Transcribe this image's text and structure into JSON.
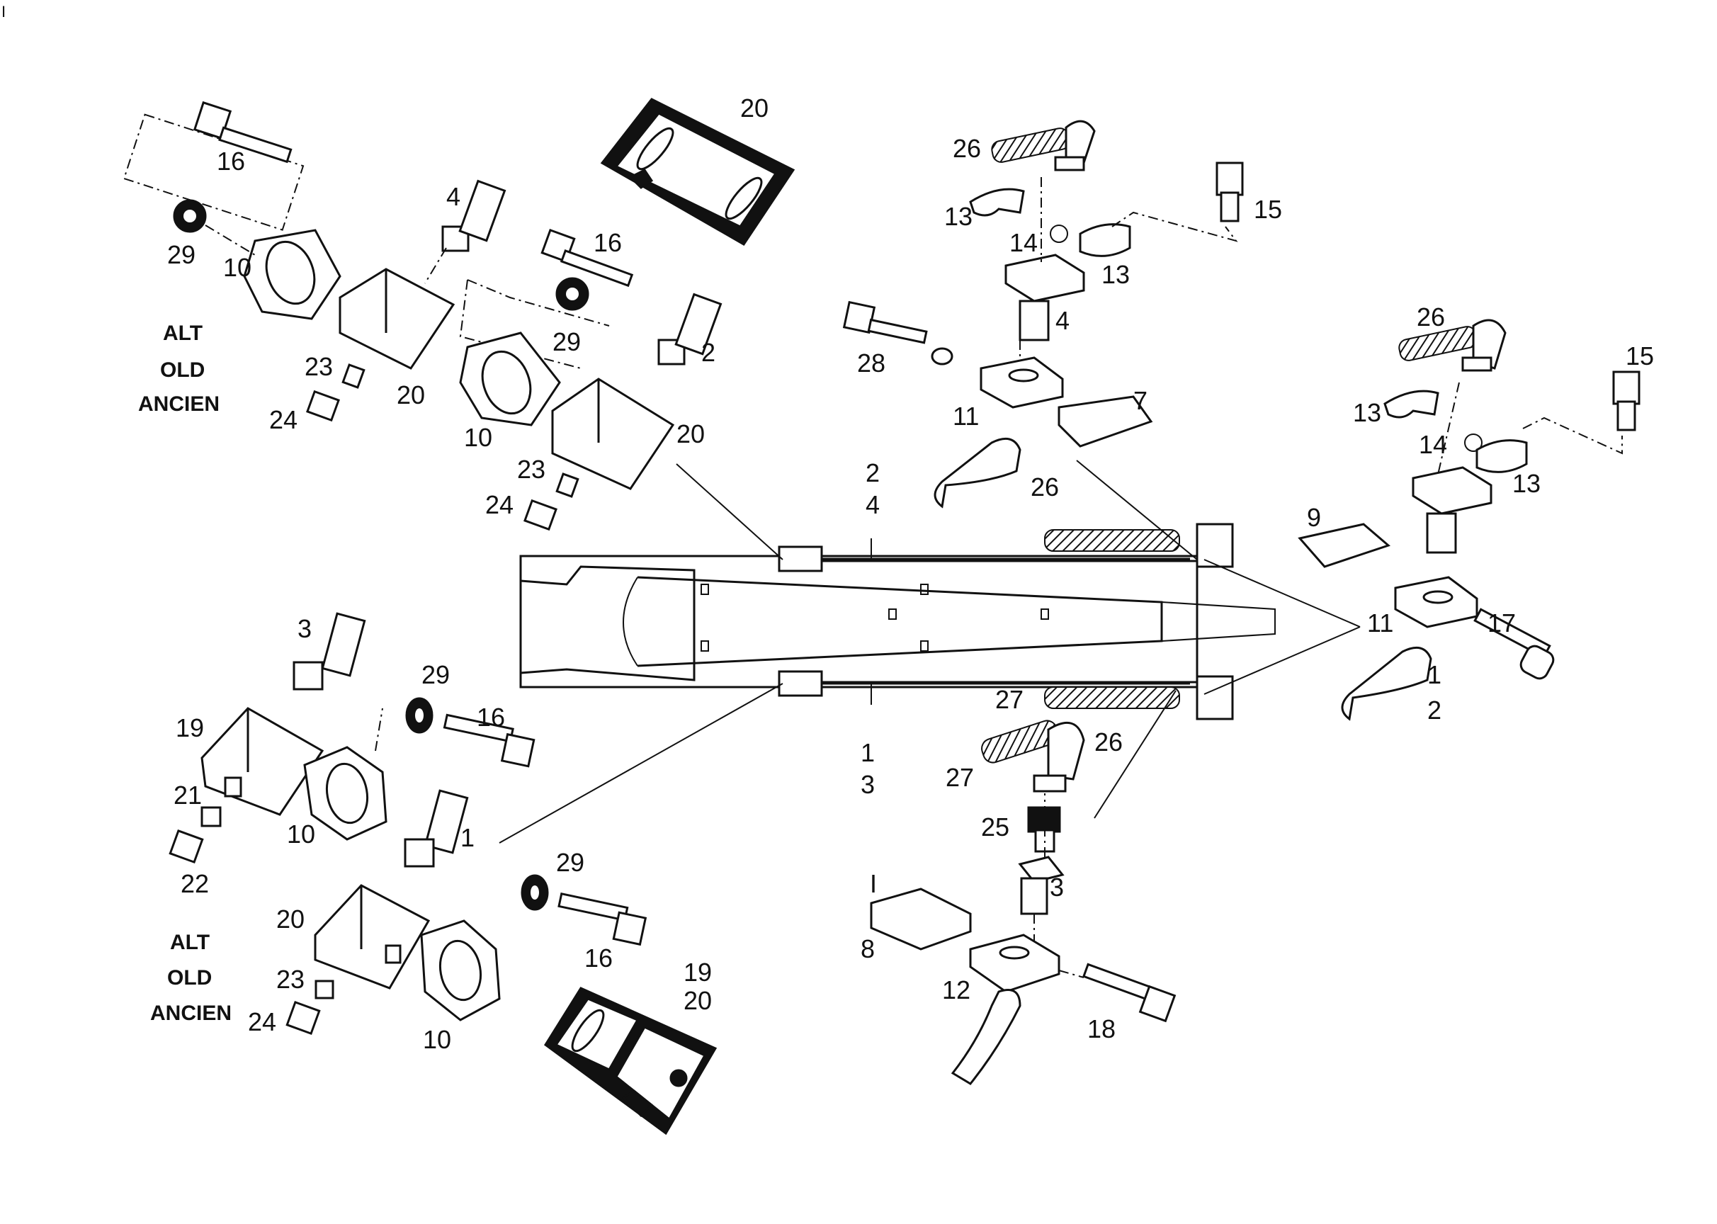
{
  "labels": {
    "corner_mark": "I",
    "tl_16": "16",
    "tl_29": "29",
    "tl_10": "10",
    "tl_4": "4",
    "tl_20": "20",
    "tl_23": "23",
    "tl_24": "24",
    "alt1": "ALT",
    "old1": "OLD",
    "ancien1": "ANCIEN",
    "top_20": "20",
    "mid_16": "16",
    "mid_29": "29",
    "mid_2": "2",
    "mid_10": "10",
    "mid_20": "20",
    "mid_23": "23",
    "mid_24": "24",
    "tr_26": "26",
    "tr_13a": "13",
    "tr_14": "14",
    "tr_13b": "13",
    "tr_15": "15",
    "tr_4": "4",
    "tr_28": "28",
    "tr_11": "11",
    "tr_7": "7",
    "frame_2": "2",
    "frame_4": "4",
    "frame_26": "26",
    "r_26": "26",
    "r_15": "15",
    "r_13a": "13",
    "r_14": "14",
    "r_13b": "13",
    "r_9": "9",
    "r_11": "11",
    "r_17": "17",
    "r_1": "1",
    "r_2": "2",
    "bl_3": "3",
    "bl_29": "29",
    "bl_16": "16",
    "bl_19": "19",
    "bl_21": "21",
    "bl_10": "10",
    "bl_22": "22",
    "bl_1": "1",
    "bl_20": "20",
    "bl_29b": "29",
    "bl_16b": "16",
    "bl_23": "23",
    "bl_24": "24",
    "bl_10b": "10",
    "alt2": "ALT",
    "old2": "OLD",
    "ancien2": "ANCIEN",
    "bot_19": "19",
    "bot_20": "20",
    "fb_1": "1",
    "fb_3": "3",
    "br_27a": "27",
    "br_26": "26",
    "br_27b": "27",
    "br_25": "25",
    "br_3": "3",
    "br_I": "I",
    "br_8": "8",
    "br_12": "12",
    "br_18": "18"
  }
}
